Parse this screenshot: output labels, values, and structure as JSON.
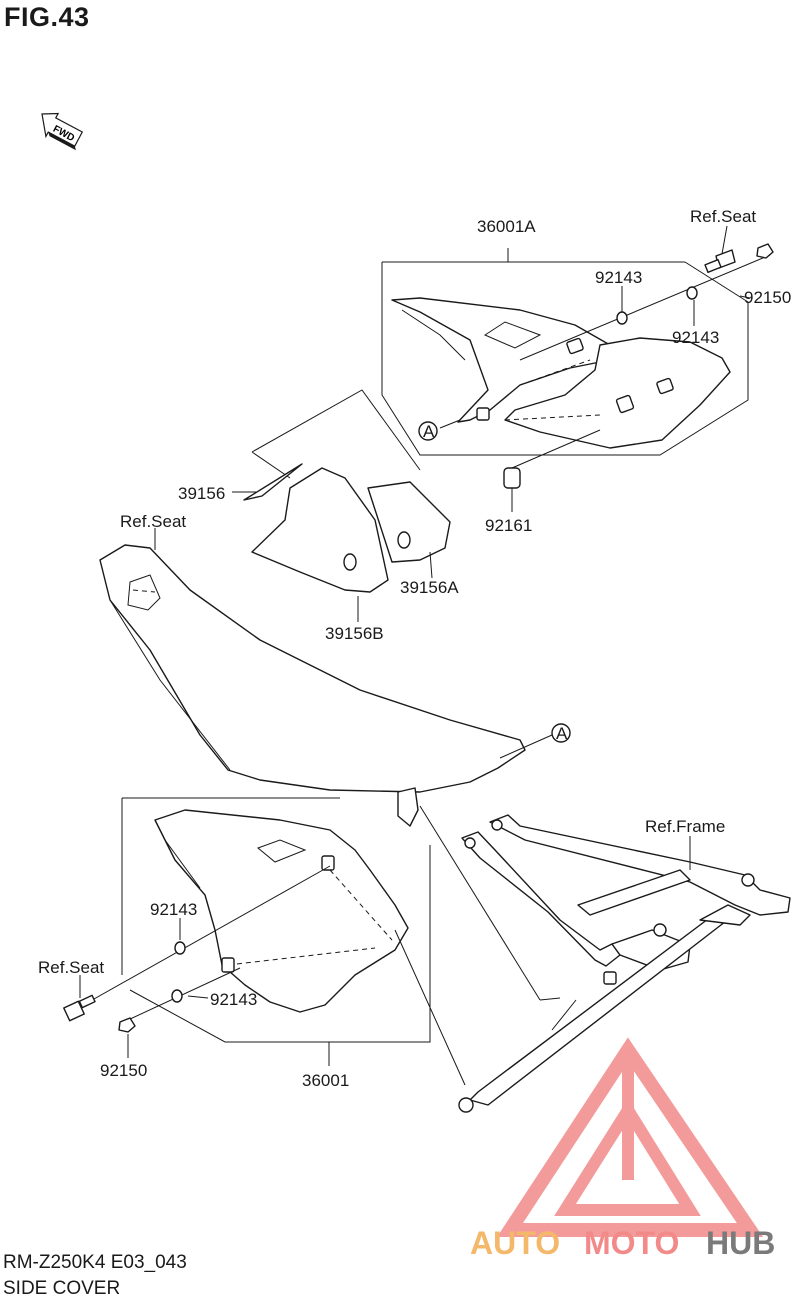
{
  "figure": {
    "title": "FIG.43",
    "model_code": "RM-Z250K4 E03_043",
    "section": "SIDE COVER",
    "fwd_label": "FWD"
  },
  "callouts": {
    "p36001A": "36001A",
    "ref_seat_top": "Ref.Seat",
    "p92143_a": "92143",
    "p92143_b": "92143",
    "p92150_top": "92150",
    "mark_a_top": "A",
    "p39156": "39156",
    "ref_seat_mid": "Ref.Seat",
    "p92161": "92161",
    "p39156A": "39156A",
    "p39156B": "39156B",
    "mark_a_seat": "A",
    "ref_frame": "Ref.Frame",
    "p92143_c": "92143",
    "ref_seat_left": "Ref.Seat",
    "p92143_d": "92143",
    "p92150_bottom": "92150",
    "p36001": "36001"
  },
  "watermark": {
    "part1": "AUTO",
    "part2": "MOTO",
    "part3": "HUB",
    "colors": {
      "auto": "#f4b86a",
      "moto": "#f28a8a",
      "hub": "#7a7a7a",
      "logo": "#f06a6a"
    }
  }
}
